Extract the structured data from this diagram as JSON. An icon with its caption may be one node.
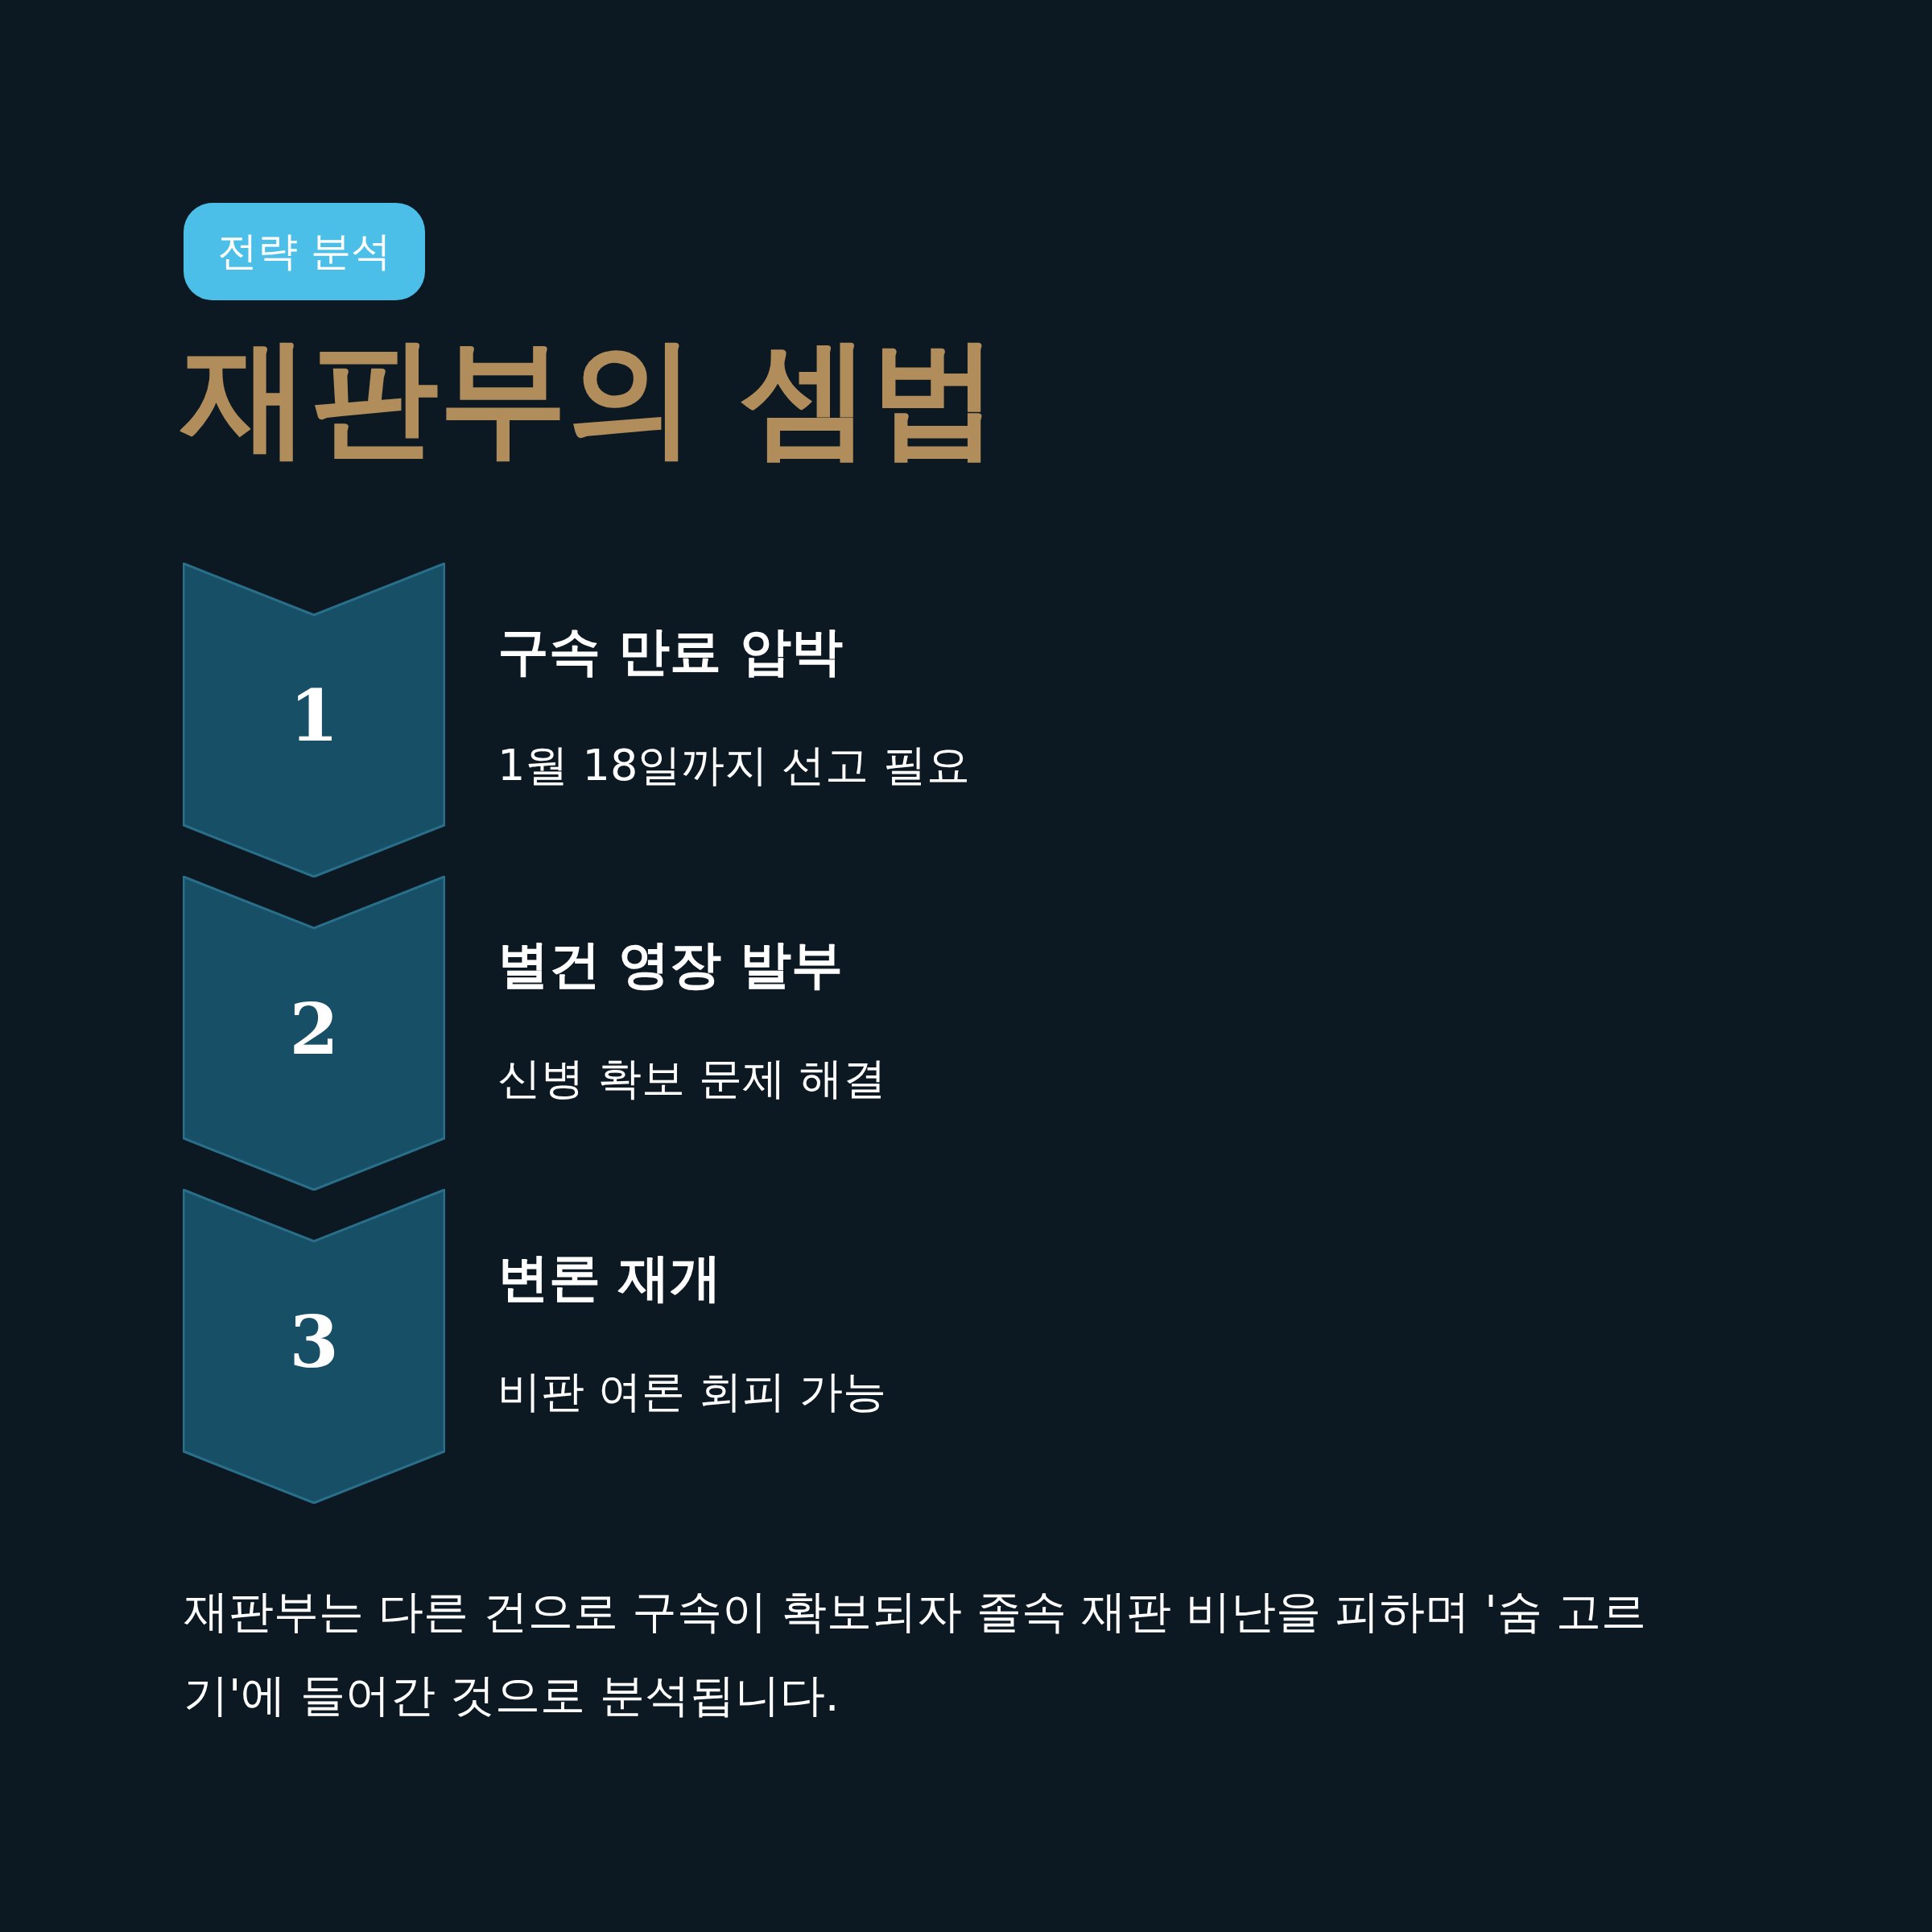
{
  "diagram": {
    "title": "재판부의 셈법",
    "nodes": [
      {
        "text": [
          "전략 분석"
        ]
      },
      {
        "text": [
          "1"
        ],
        "beside": [
          "구속 만료 압박",
          "1월 18일까지 선고 필요"
        ]
      },
      {
        "text": [
          "2"
        ],
        "beside": [
          "별건 영장 발부",
          "신병 확보 문제 해결"
        ]
      },
      {
        "text": [
          "3"
        ],
        "beside": [
          "변론 재개",
          "비판 여론 회피 가능"
        ]
      }
    ],
    "caption": "재판부는 다른 건으로 구속이 확보되자 졸속 재판 비난을 피하며 '숨 고르기'에 들어간 것으로 분석됩니다."
  }
}
